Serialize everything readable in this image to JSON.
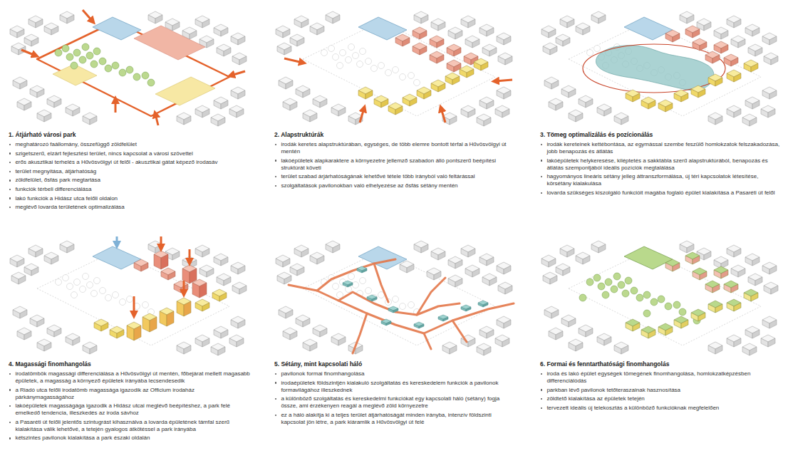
{
  "diagram": {
    "labels": [
      "1. Átjárható városi park",
      "meghatározó faállomány, összefüggő zöldfelület",
      "szigetszerű, elzárt fejlesztési terület, nincs kapcsolat a városi szövettel",
      "erős akusztikai terhelés a Hűvösvölgyi út felől - akusztikai gátat képező irodasáv",
      "terület megnyitása, átjárhatóság",
      "zöldfelület, ősfás park megtartása",
      "funkciók térbeli differenciálása",
      "lakó funkciók a Hidász utca felőli oldalon",
      "meglévő lovarda területének optimalizálása",
      "2. Alapstruktúrák",
      "irodák keretes alapstruktúrában, egységes, de több elemre bontott térfal a Hűvösvölgyi út mentén",
      "lakóépületek alapkaraktere a környezetre jellemző szabadon álló pontszerű beépítési struktúrát követi",
      "terület szabad árjárhatóságának lehetővé tétele több irányból való feltárással",
      "szolgáltatások pavilonokban való elhelyezése az ősfás sétány mentén",
      "3. Tömeg optimalizálás és pozícionálás",
      "irodák kereteinek kettébontása, az egymással szembe feszülő homlokzatok felszakadozása, jobb benapozás és átlátás",
      "lakóépületek helykeresése, kiléptetés a sakktábla szerű alapstruktúrából, benapozás és átlátás szempontjából ideális pozíciók megtalálása",
      "hagyományos lineáris sétány jelleg áttranszformálása, új téri kapcsolatok létesítése, körsétány kialakulása",
      "lovarda szükséges kiszolgáló funkcióit magába foglaló épület kialakítása a Pasaréti út felől",
      "4. Magassági finomhangolás",
      "irodatömbök magassági differenciálása a Hűvösvölgyi út mentén, főbejárat mellett magasabb épületek, a magasság a környező épületek irányába lecsendesedik",
      "a Riadó utca felőli irodatömb magassága igazodik az Officium irodaház párkánymagasságához",
      "lakóépületek magasságága igazodik a Hidász utcai meglévő beépítéshez, a park felé emelkedő tendencia, illeszkedés az iroda sávhoz",
      "a Pasaréti út felőli jelentős szintugrást kihasználva a lovarda épületének támfal szerű kialakítása válik lehetővé, a tetején gyalogos átkötéssel a park irányába",
      "kétszintes pavilonok kialakítása a park északi oldalán",
      "5. Sétány, mint kapcsolati háló",
      "pavilonok formai finomhangolása",
      "irodaépületek földszintjén kialakuló szolgáltatás és kereskedelem funkciók a pavilonok formavilágához illeszkednek",
      "a különböző szolgáltatás és kereskedelmi funkciókat egy kapcsolati háló (sétány) fogja össze, ami érzékenyen reagál a meglévő zöld környezetre",
      "ez a háló alakítja ki a teljes terület átjárhatóságát minden irányba, intenzív földszinti kapcsolat jön létre, a park kiáramlik a Hűvösvölgyi út felé",
      "6. Formai és fenntarthatósági finomhangolás",
      "iroda és lakó épület egységek tömegének finomhangolása, homlokzatképzésben differenciálódás",
      "parkban lévő pavilonok tetőteraszainak hasznosítása",
      "zöldtető kialakítása az épületek tetején",
      "tervezett ideális új telekosztás a különböző funkcióknak megfelelően"
    ]
  }
}
